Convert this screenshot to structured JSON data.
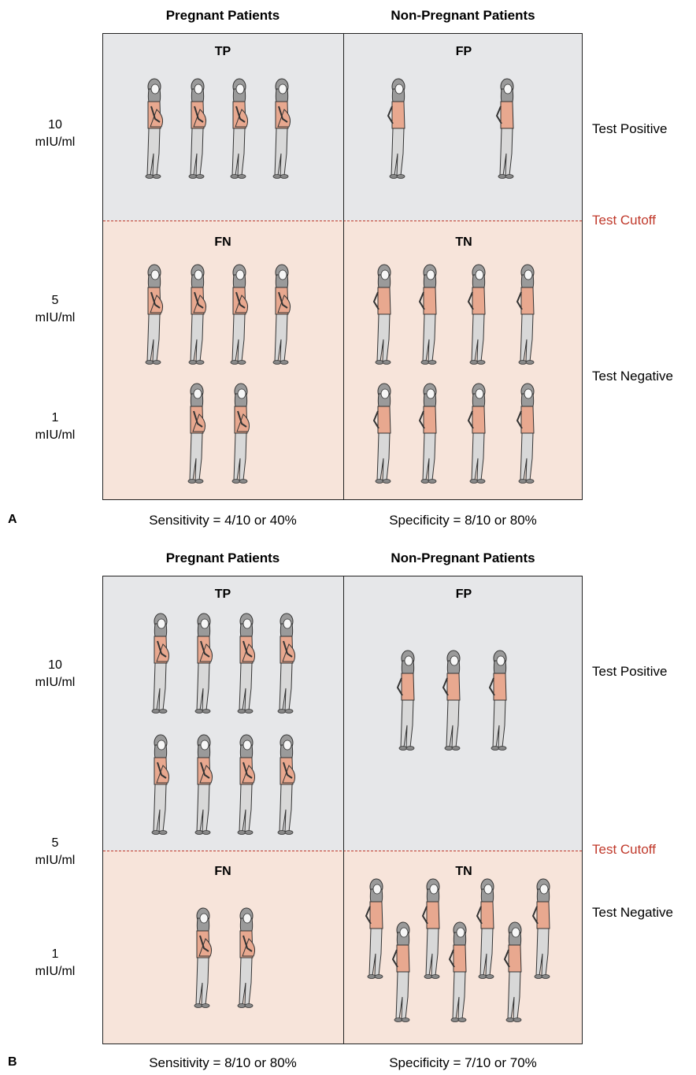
{
  "panels": [
    {
      "letter": "A",
      "columns": [
        "Pregnant Patients",
        "Non-Pregnant Patients"
      ],
      "cells": {
        "tp": "TP",
        "fp": "FP",
        "fn": "FN",
        "tn": "TN"
      },
      "row_labels": [
        {
          "value": "10",
          "unit": "mIU/ml"
        },
        {
          "value": "5",
          "unit": "mIU/ml"
        },
        {
          "value": "1",
          "unit": "mIU/ml"
        }
      ],
      "side_labels": {
        "positive": "Test Positive",
        "cutoff": "Test Cutoff",
        "negative": "Test Negative"
      },
      "counts": {
        "tp": 4,
        "fp": 2,
        "fn": 6,
        "tn": 8
      },
      "sensitivity": "Sensitivity = 4/10 or 40%",
      "specificity": "Specificity = 8/10 or 80%"
    },
    {
      "letter": "B",
      "columns": [
        "Pregnant Patients",
        "Non-Pregnant Patients"
      ],
      "cells": {
        "tp": "TP",
        "fp": "FP",
        "fn": "FN",
        "tn": "TN"
      },
      "row_labels": [
        {
          "value": "10",
          "unit": "mIU/ml"
        },
        {
          "value": "5",
          "unit": "mIU/ml"
        },
        {
          "value": "1",
          "unit": "mIU/ml"
        }
      ],
      "side_labels": {
        "positive": "Test Positive",
        "cutoff": "Test Cutoff",
        "negative": "Test Negative"
      },
      "counts": {
        "tp": 8,
        "fp": 3,
        "fn": 2,
        "tn": 7
      },
      "sensitivity": "Sensitivity = 8/10 or 80%",
      "specificity": "Specificity = 7/10 or 70%"
    }
  ],
  "colors": {
    "positive_region": "#e6e7e9",
    "negative_region": "#f7e4da",
    "cutoff": "#c0392b",
    "shirt": "#e8a88f",
    "hair": "#9a9a9a",
    "pants": "#d8d8d8"
  },
  "icons": {
    "pregnant": "pregnant-woman-icon",
    "non_pregnant": "standing-woman-icon"
  }
}
